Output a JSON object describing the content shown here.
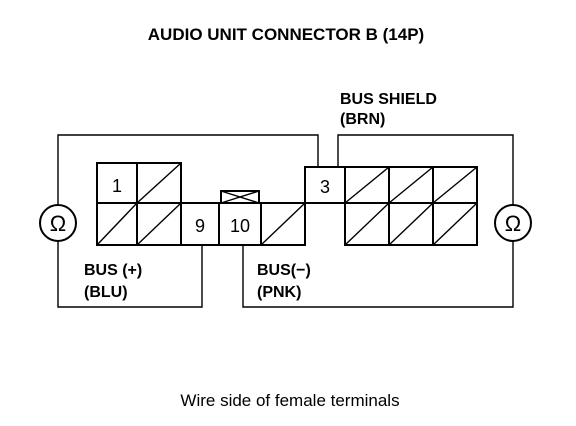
{
  "title": "AUDIO UNIT CONNECTOR B (14P)",
  "caption": "Wire side of female terminals",
  "terminals": {
    "t1": "1",
    "t3": "3",
    "t9": "9",
    "t10": "10"
  },
  "labels": {
    "bus_shield_line1": "BUS SHIELD",
    "bus_shield_line2": "(BRN)",
    "bus_plus_line1": "BUS (+)",
    "bus_plus_line2": "(BLU)",
    "bus_minus_line1": "BUS(−)",
    "bus_minus_line2": "(PNK)"
  },
  "meters": {
    "left_symbol": "Ω",
    "right_symbol": "Ω"
  },
  "icons": {
    "ohmmeter": "ohmmeter-icon"
  }
}
